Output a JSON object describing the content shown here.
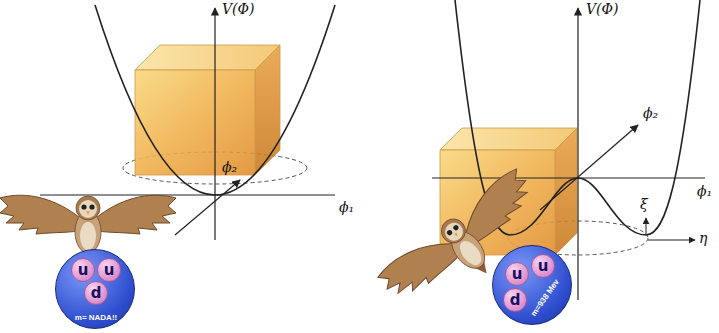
{
  "diagram": {
    "nodes": [
      {
        "text": [
          "m= NADA!!"
        ]
      },
      {
        "text": [
          "u"
        ],
        "in": 0
      },
      {
        "text": [
          "u"
        ],
        "in": 0
      },
      {
        "text": [
          "d"
        ],
        "in": 0
      },
      {
        "text": [
          "m=938 Mev"
        ]
      },
      {
        "text": [
          "u"
        ],
        "in": 4
      },
      {
        "text": [
          "u"
        ],
        "in": 4
      },
      {
        "text": [
          "d"
        ],
        "in": 4
      }
    ],
    "labels": [
      "V(Φ)",
      "ϕ₂",
      "ϕ₁",
      "V(Φ)",
      "ϕ₂",
      "ϕ₁",
      "ξ",
      "η"
    ]
  }
}
